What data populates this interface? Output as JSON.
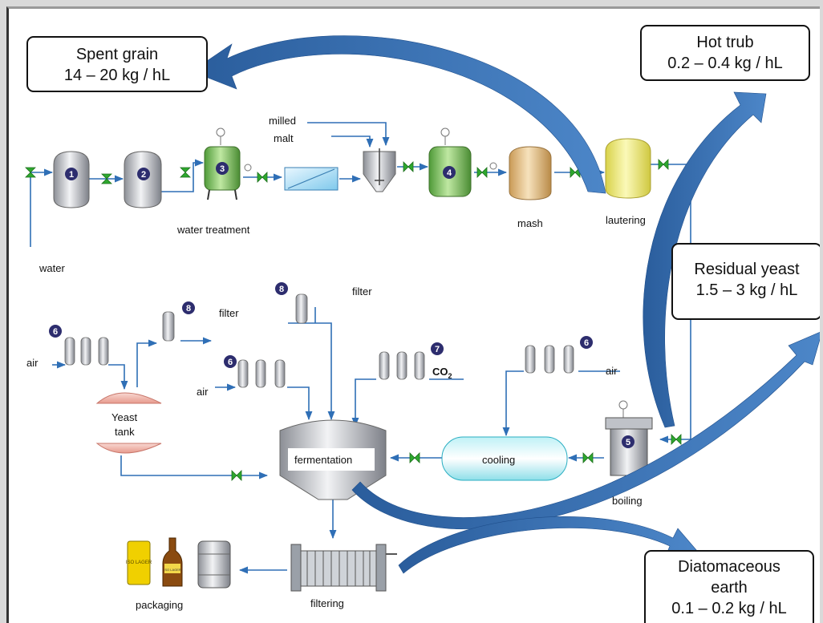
{
  "callouts": {
    "spent_grain": {
      "title": "Spent grain",
      "amount": "14 – 20 kg / hL"
    },
    "hot_trub": {
      "title": "Hot trub",
      "amount": "0.2 – 0.4 kg / hL"
    },
    "residual_yeast": {
      "title": "Residual yeast",
      "amount": "1.5 – 3 kg / hL"
    },
    "diatomaceous_earth": {
      "title_line1": "Diatomaceous",
      "title_line2": "earth",
      "amount": "0.1 – 0.2 kg / hL"
    }
  },
  "labels": {
    "milled": "milled",
    "malt": "malt",
    "water_treatment": "water treatment",
    "mash": "mash",
    "lautering": "lautering",
    "water": "water",
    "filter_1": "filter",
    "filter_2": "filter",
    "air_1": "air",
    "air_2": "air",
    "air_3": "air",
    "co2": "CO",
    "co2_sub": "2",
    "yeast_tank_1": "Yeast",
    "yeast_tank_2": "tank",
    "fermentation": "fermentation",
    "cooling": "cooling",
    "boiling": "boiling",
    "filtering": "filtering",
    "packaging": "packaging",
    "can_text": "ISO LAGER",
    "bottle_text": "ISO LAGER"
  },
  "badges": {
    "n1": "1",
    "n2": "2",
    "n3": "3",
    "n4": "4",
    "n5": "5",
    "n6a": "6",
    "n6b": "6",
    "n6c": "6",
    "n7": "7",
    "n8a": "8",
    "n8b": "8"
  },
  "colors": {
    "pipe": "#2f6fb6",
    "arrow": "#3b73b5",
    "arrow_dark": "#1f4f8c",
    "valve": "#2ea82e",
    "badge": "#2d2d6e",
    "lauter": "#f4f07c",
    "mash": "#e9c98f",
    "green_vessel": "#8fcf6a"
  }
}
